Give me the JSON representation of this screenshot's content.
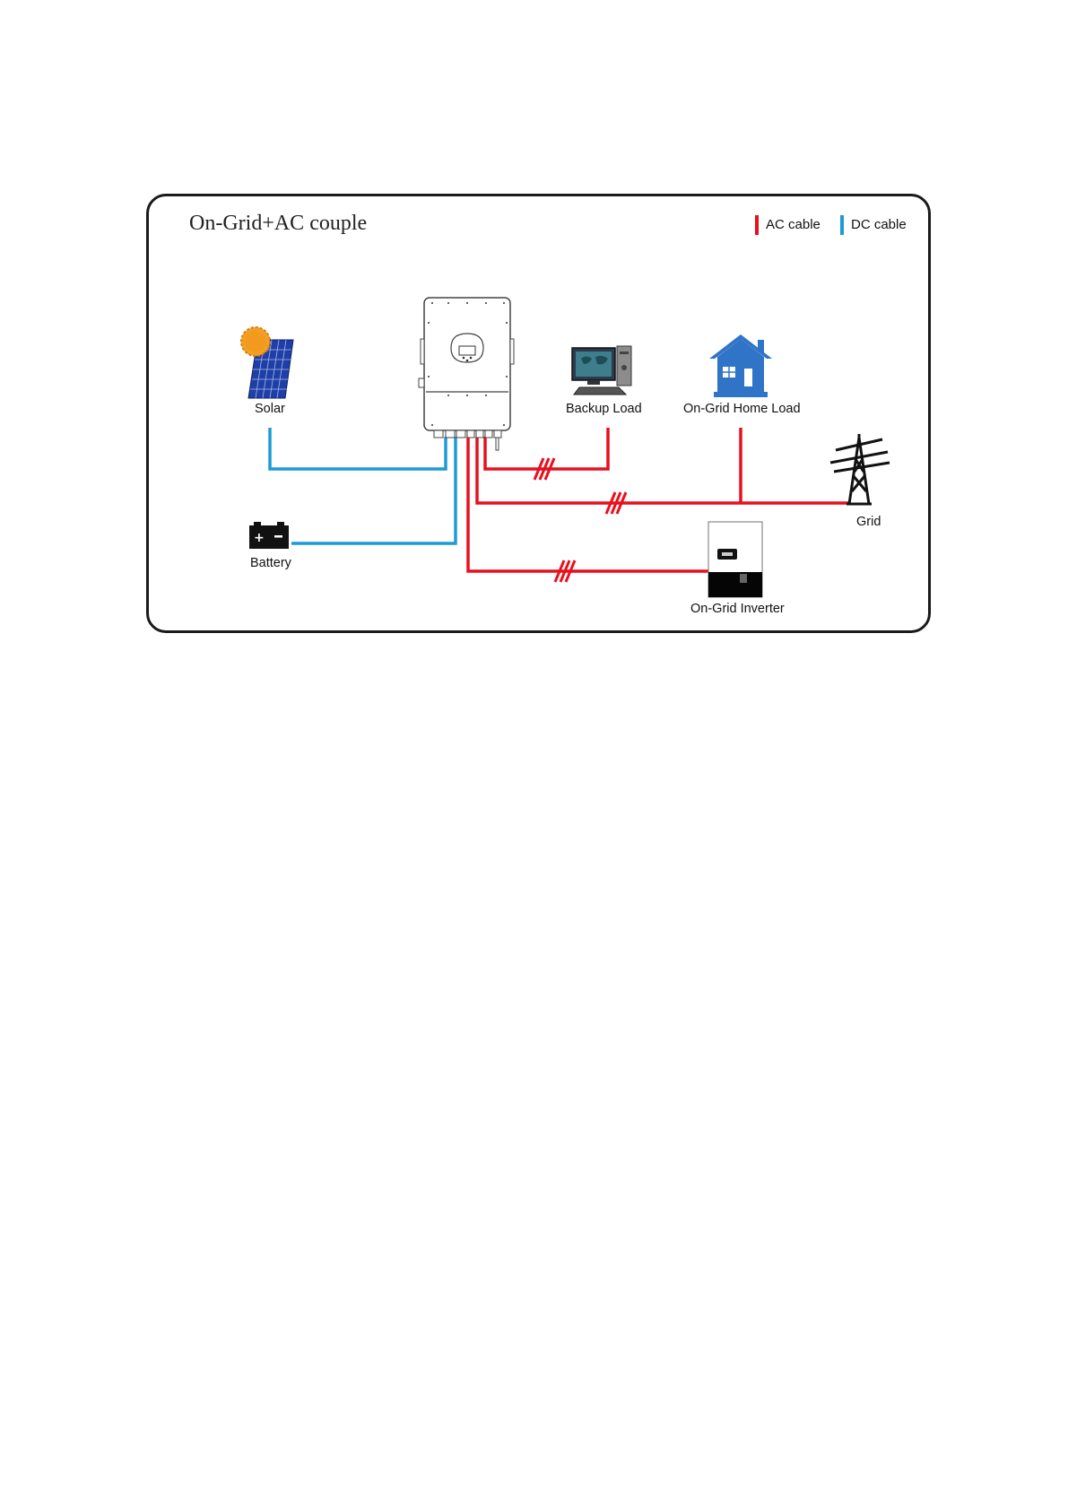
{
  "title": "On-Grid+AC couple",
  "legend": {
    "ac_label": "AC cable",
    "dc_label": "DC cable",
    "ac_color": "#e8101f",
    "dc_color": "#1e9ad6"
  },
  "components": {
    "solar": "Solar",
    "battery": "Battery",
    "backup_load": "Backup Load",
    "home_load": "On-Grid Home Load",
    "grid": "Grid",
    "ongrid_inverter": "On-Grid Inverter"
  },
  "icons": {
    "solar": "solar-panel-icon",
    "battery": "battery-icon",
    "backup_load": "computer-icon",
    "home_load": "house-icon",
    "grid": "transmission-tower-icon",
    "inverter": "hybrid-inverter-icon",
    "ongrid_inverter": "ongrid-inverter-icon"
  }
}
